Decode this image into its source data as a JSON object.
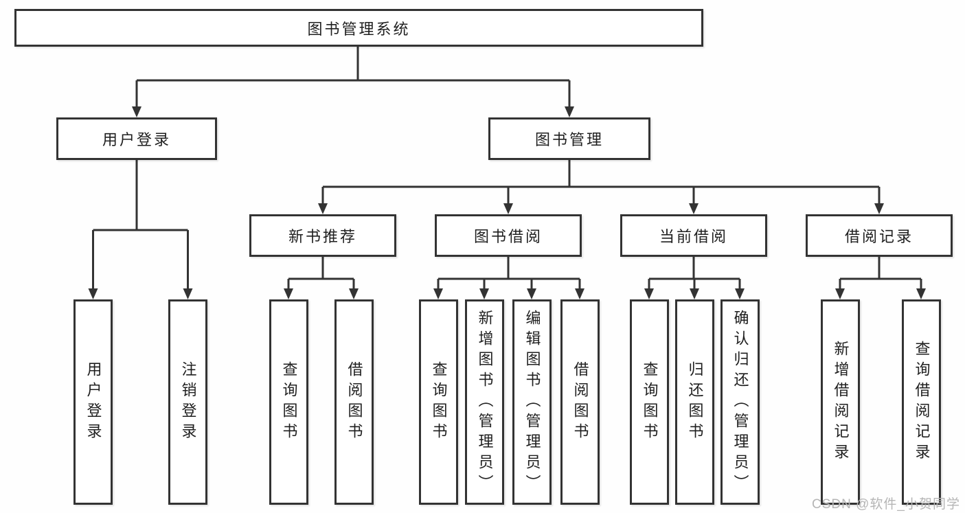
{
  "diagram": {
    "root": {
      "label": "图书管理系统"
    },
    "level2": [
      {
        "label": "用户登录",
        "children": [
          {
            "label": "用户登录"
          },
          {
            "label": "注销登录"
          }
        ]
      },
      {
        "label": "图书管理",
        "children": [
          {
            "label": "新书推荐",
            "children": [
              {
                "label": "查询图书"
              },
              {
                "label": "借阅图书"
              }
            ]
          },
          {
            "label": "图书借阅",
            "children": [
              {
                "label": "查询图书"
              },
              {
                "label": "新增图书（管理员）"
              },
              {
                "label": "编辑图书（管理员）"
              },
              {
                "label": "借阅图书"
              }
            ]
          },
          {
            "label": "当前借阅",
            "children": [
              {
                "label": "查询图书"
              },
              {
                "label": "归还图书"
              },
              {
                "label": "确认归还（管理员）"
              }
            ]
          },
          {
            "label": "借阅记录",
            "children": [
              {
                "label": "新增借阅记录"
              },
              {
                "label": "查询借阅记录"
              }
            ]
          }
        ]
      }
    ]
  },
  "watermark": {
    "text": "CSDN @软件_小贺同学"
  },
  "colors": {
    "line": "#333333",
    "box_border": "#333333",
    "text": "#1f1f1f",
    "watermark": "#b5b5b5",
    "background": "#fefefe"
  }
}
